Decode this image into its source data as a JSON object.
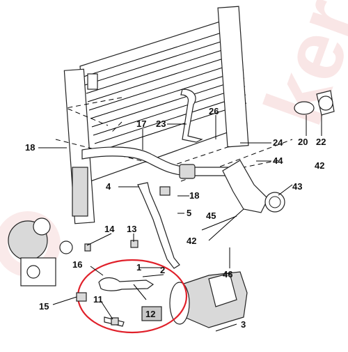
{
  "callouts": {
    "c1": "1",
    "c2": "2",
    "c3": "3",
    "c4": "4",
    "c5": "5",
    "c11": "11",
    "c12": "12",
    "c13": "13",
    "c14": "14",
    "c15": "15",
    "c16": "16",
    "c17": "17",
    "c18a": "18",
    "c18b": "18",
    "c20": "20",
    "c22": "22",
    "c23": "23",
    "c24": "24",
    "c26": "26",
    "c42a": "42",
    "c42b": "42",
    "c43": "43",
    "c44": "44",
    "c45": "45",
    "c46": "46"
  },
  "highlight": {
    "label": "12",
    "circle_color": "#e0202a",
    "label_box_color": "#c8c8c8"
  },
  "watermark": {
    "text": "ker",
    "color": "#e8a0a0"
  }
}
